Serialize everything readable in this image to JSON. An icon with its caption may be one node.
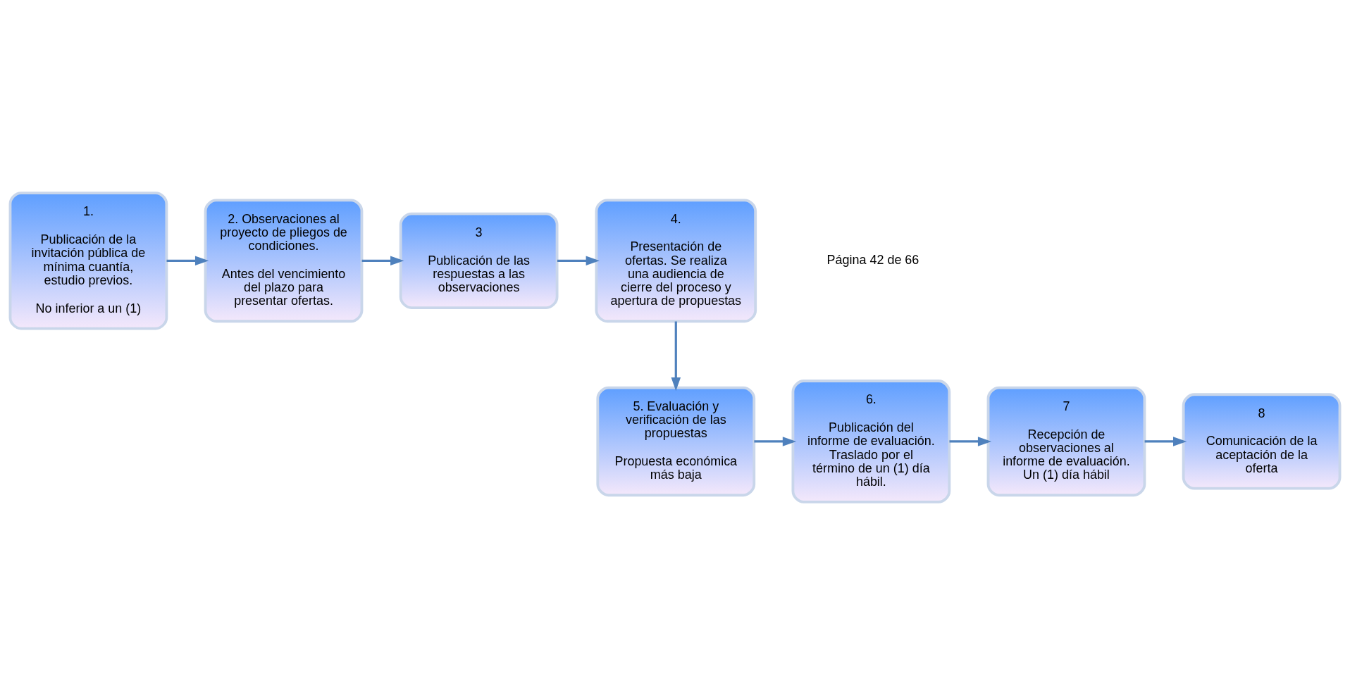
{
  "diagram": {
    "nodes": [
      {
        "text": [
          "1.",
          "Publicación de la invitación pública de mínima cuantía, estudio previos.",
          "No inferior a un (1)"
        ]
      },
      {
        "text": [
          "2. Observaciones al proyecto de pliegos de condiciones.",
          "Antes del vencimiento del plazo para presentar ofertas."
        ]
      },
      {
        "text": [
          "3",
          "Publicación de las respuestas a las observaciones"
        ]
      },
      {
        "text": [
          "4.",
          "Presentación de ofertas. Se realiza una audiencia de cierre del proceso y apertura de propuestas"
        ]
      },
      {
        "text": [
          "5. Evaluación y verificación de las propuestas",
          "Propuesta económica más baja"
        ]
      },
      {
        "text": [
          "6.",
          "Publicación del informe de evaluación. Traslado por el término de un (1) día hábil."
        ]
      },
      {
        "text": [
          "7",
          "Recepción de observaciones al informe de evaluación. Un (1) día hábil"
        ]
      },
      {
        "text": [
          "8",
          "Comunicación de la aceptación de la oferta"
        ]
      }
    ],
    "edges": [
      {
        "from": 0,
        "to": 1,
        "arrow": "to"
      },
      {
        "from": 1,
        "to": 2,
        "arrow": "to"
      },
      {
        "from": 2,
        "to": 3,
        "arrow": "to"
      },
      {
        "from": 3,
        "to": 4,
        "arrow": "to"
      },
      {
        "from": 4,
        "to": 5,
        "arrow": "to"
      },
      {
        "from": 5,
        "to": 6,
        "arrow": "to"
      },
      {
        "from": 6,
        "to": 7,
        "arrow": "to"
      }
    ],
    "labels": [
      "Página 42 de 66"
    ]
  }
}
